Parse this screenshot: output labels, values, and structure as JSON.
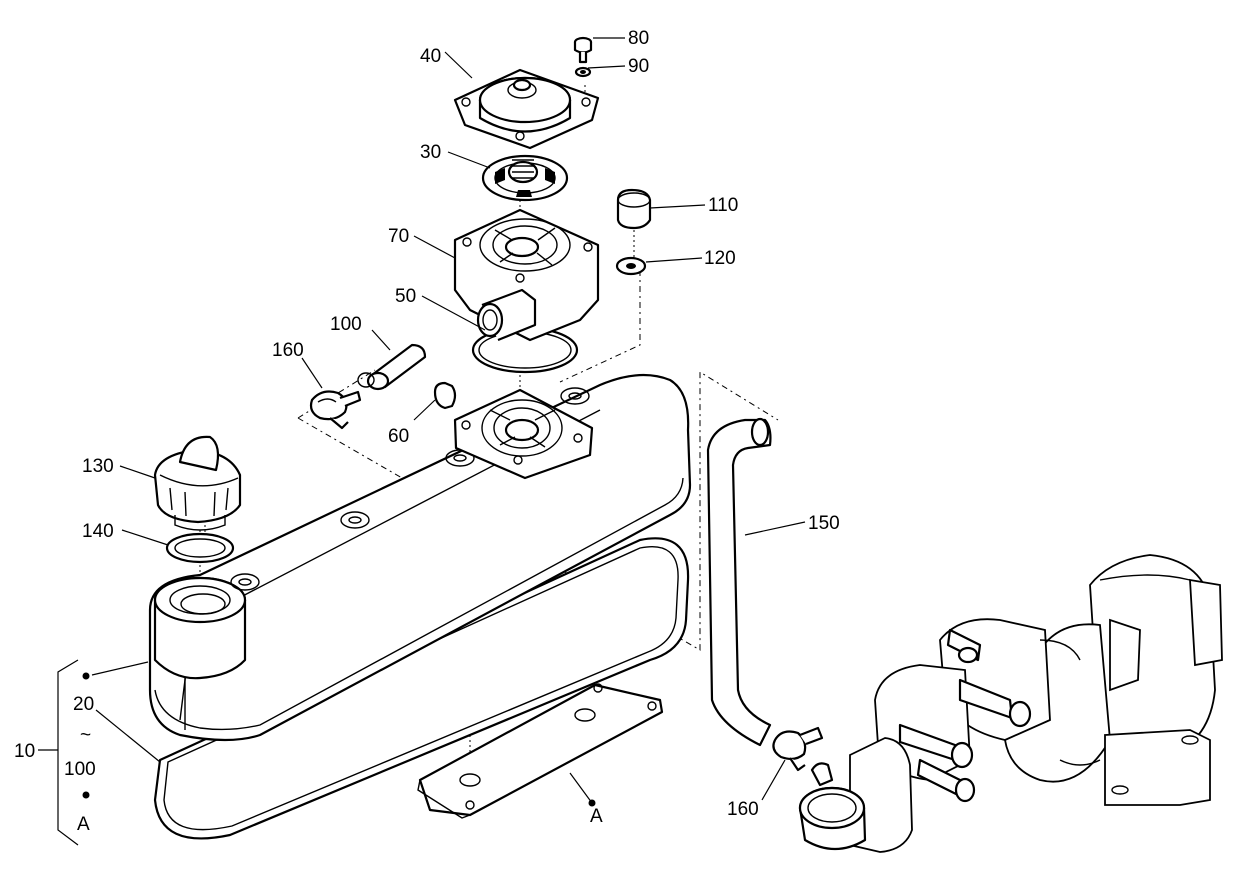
{
  "labels": {
    "p10": "10",
    "p20": "20",
    "tilde": "~",
    "p100_range": "100",
    "range_a": "A",
    "p30": "30",
    "p40": "40",
    "p50": "50",
    "p60": "60",
    "p70": "70",
    "p80": "80",
    "p90": "90",
    "p100": "100",
    "p110": "110",
    "p120": "120",
    "p130": "130",
    "p140": "140",
    "p150": "150",
    "p160_top": "160",
    "p160_bottom": "160",
    "ref_a": "A"
  }
}
